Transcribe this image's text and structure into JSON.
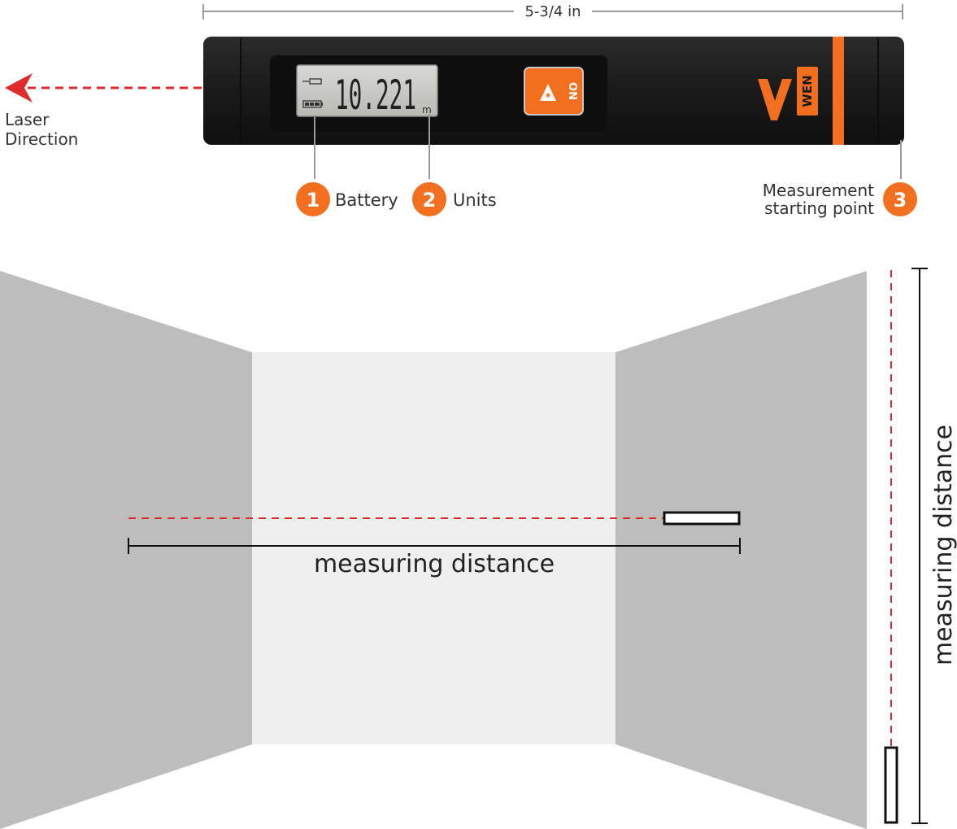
{
  "device": {
    "length_label": "5-3/4 in",
    "display_reading": "10.221",
    "display_unit": "m",
    "button_label": "ON",
    "brand": "WEN"
  },
  "laser_direction": {
    "line1": "Laser",
    "line2": "Direction"
  },
  "callouts": [
    {
      "number": "1",
      "label": "Battery"
    },
    {
      "number": "2",
      "label": "Units"
    },
    {
      "number": "3",
      "line1": "Measurement",
      "line2": "starting point"
    }
  ],
  "scene": {
    "horizontal_label": "measuring distance",
    "vertical_label": "measuring distance"
  },
  "colors": {
    "accent_orange": "#f26f1f",
    "laser_red": "#e02b2b",
    "wall_gray": "#bdbdbd",
    "back_wall": "#efefef",
    "device_body": "#1d1d1d"
  }
}
